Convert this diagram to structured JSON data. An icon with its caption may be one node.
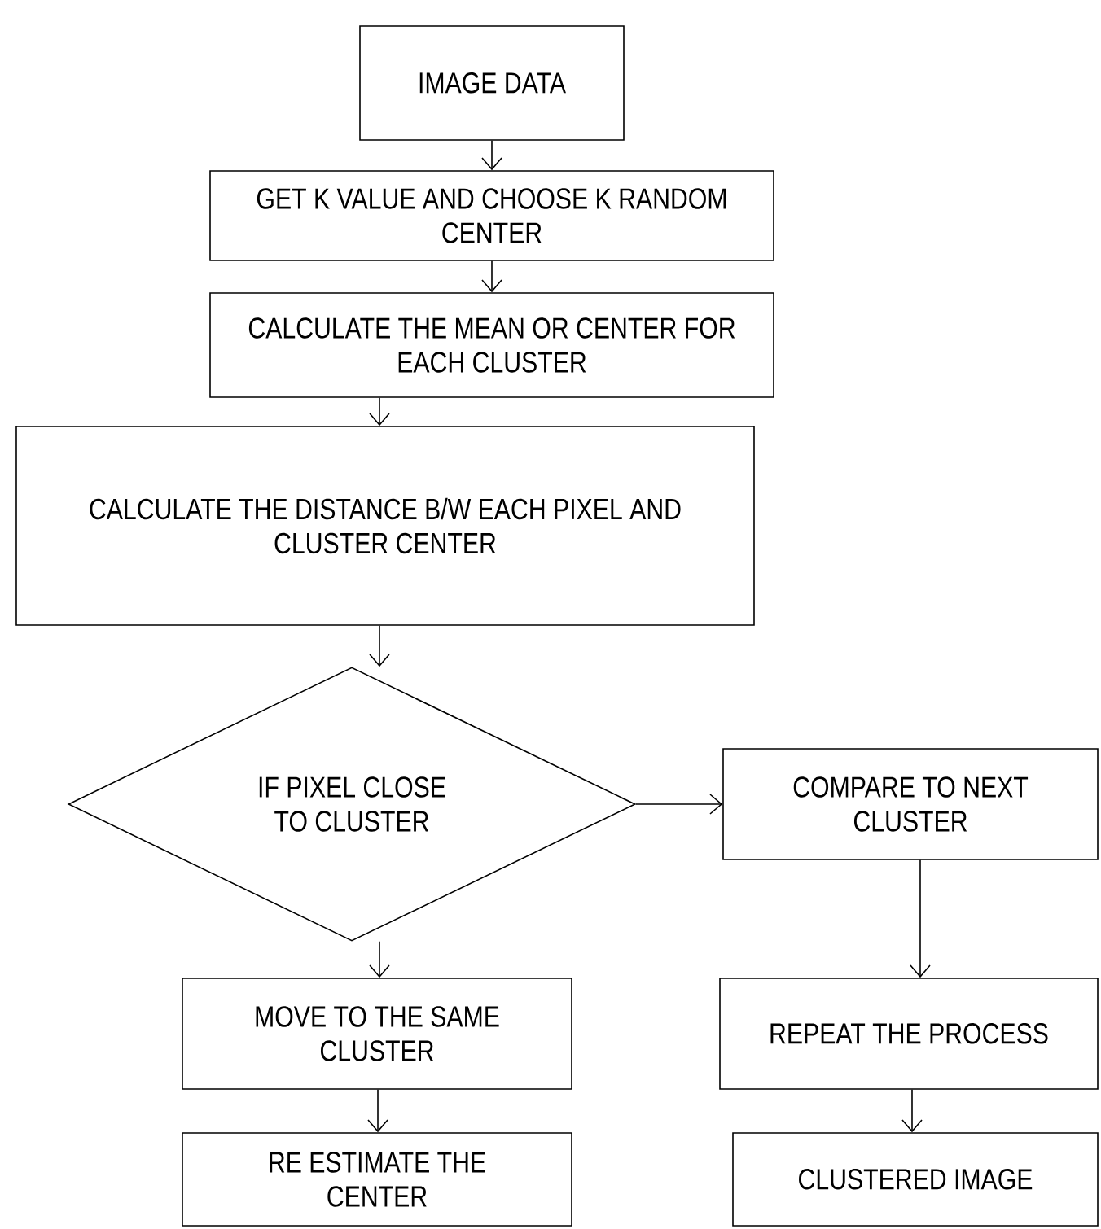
{
  "diagram": {
    "nodes": [
      {
        "text": [
          "IMAGE DATA"
        ]
      },
      {
        "text": [
          "GET K VALUE AND CHOOSE K RANDOM CENTER"
        ]
      },
      {
        "text": [
          "CALCULATE THE MEAN OR CENTER FOR EACH CLUSTER"
        ]
      },
      {
        "text": [
          "CALCULATE THE DISTANCE B/W EACH PIXEL AND CLUSTER CENTER"
        ]
      },
      {
        "text": [
          "IF PIXEL CLOSE TO CLUSTER"
        ]
      },
      {
        "text": [
          "COMPARE TO NEXT CLUSTER"
        ]
      },
      {
        "text": [
          "MOVE TO THE SAME CLUSTER"
        ]
      },
      {
        "text": [
          "RE ESTIMATE THE CENTER"
        ]
      },
      {
        "text": [
          "REPEAT THE PROCESS"
        ]
      },
      {
        "text": [
          "CLUSTERED IMAGE"
        ]
      }
    ],
    "edges": [
      {
        "from": 0,
        "to": 1,
        "arrow": "to"
      },
      {
        "from": 1,
        "to": 2,
        "arrow": "to"
      },
      {
        "from": 2,
        "to": 3,
        "arrow": "to"
      },
      {
        "from": 3,
        "to": 4,
        "arrow": "to"
      },
      {
        "from": 4,
        "to": 5,
        "arrow": "to"
      },
      {
        "from": 4,
        "to": 6,
        "arrow": "to"
      },
      {
        "from": 6,
        "to": 7,
        "arrow": "to"
      },
      {
        "from": 5,
        "to": 8,
        "arrow": "to"
      },
      {
        "from": 8,
        "to": 9,
        "arrow": "to"
      }
    ]
  }
}
